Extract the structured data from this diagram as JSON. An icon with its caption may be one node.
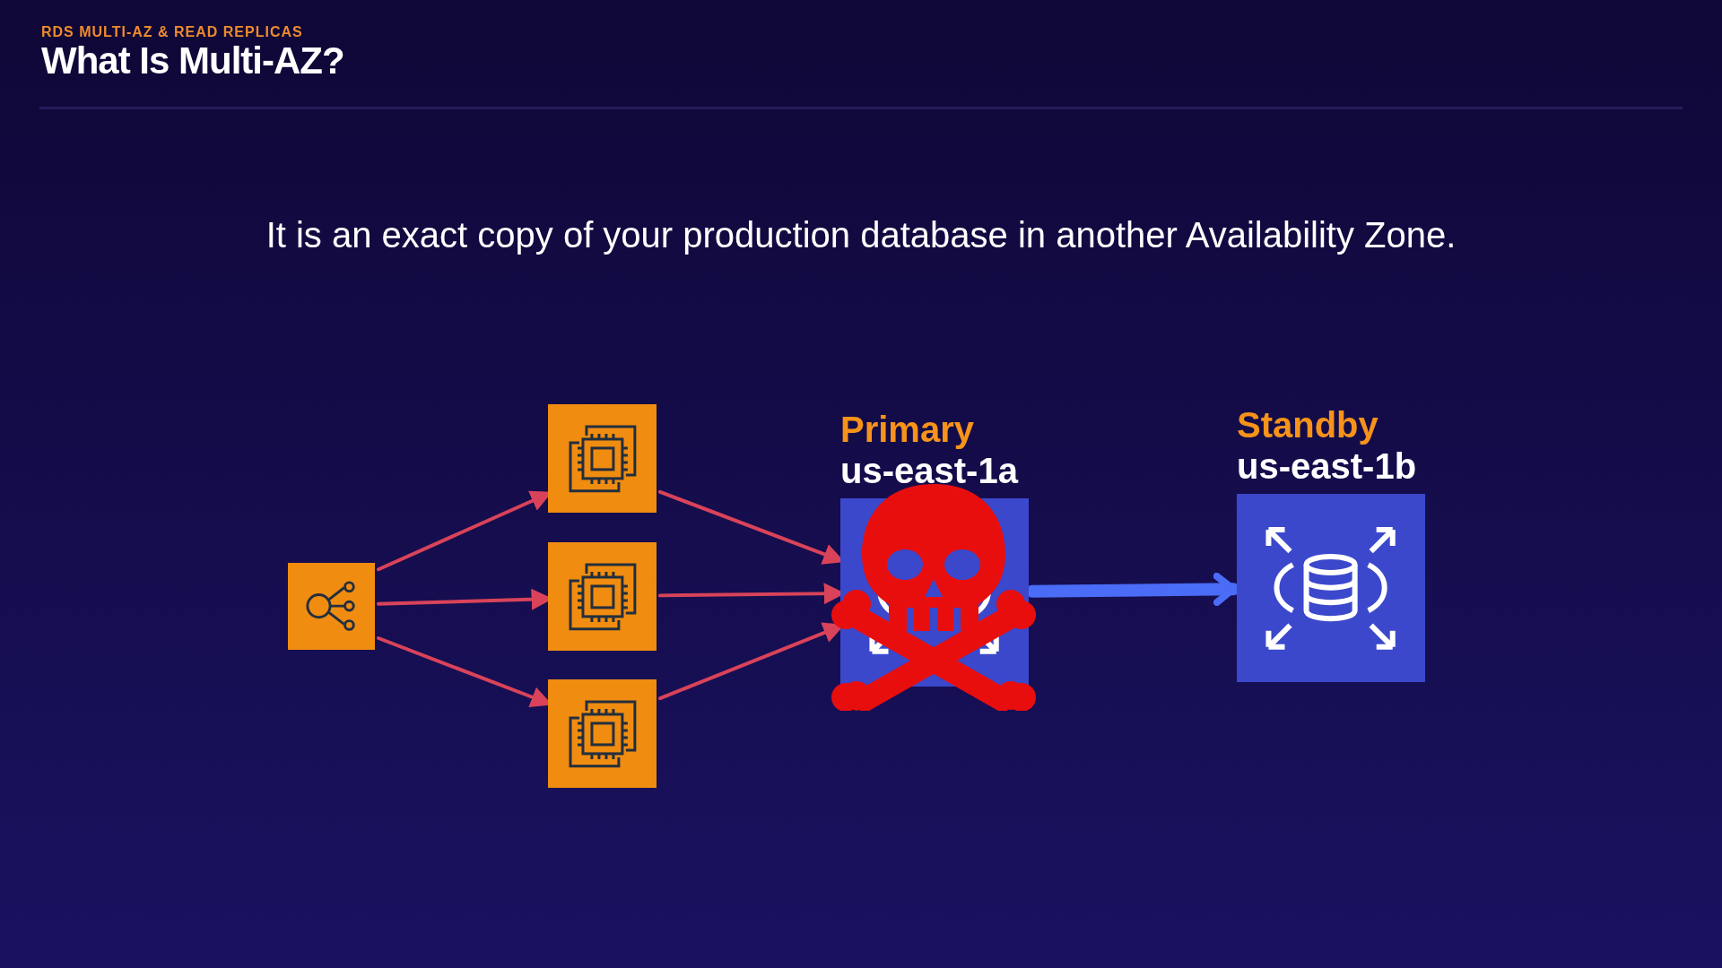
{
  "diagram": {
    "title": "What Is Multi-AZ?",
    "nodes": [
      {
        "text": [],
        "shape": "box"
      },
      {
        "text": [],
        "shape": "box"
      },
      {
        "text": [],
        "shape": "box"
      },
      {
        "text": [],
        "shape": "box"
      },
      {
        "text": [
          "Primary",
          "us-east-1a"
        ]
      },
      {
        "text": [
          "Standby",
          "us-east-1b"
        ]
      }
    ],
    "edges": [
      {
        "from": 0,
        "to": 1,
        "arrow": "to"
      },
      {
        "from": 0,
        "to": 2,
        "arrow": "to"
      },
      {
        "from": 0,
        "to": 3,
        "arrow": "to"
      },
      {
        "from": 1,
        "to": 4,
        "arrow": "to"
      },
      {
        "from": 2,
        "to": 4,
        "arrow": "to"
      },
      {
        "from": 3,
        "to": 4,
        "arrow": "to"
      },
      {
        "from": 4,
        "to": 5,
        "arrow": "to",
        "style": "thick",
        "color": "#4a6cf7"
      }
    ],
    "labels": [
      "RDS MULTI-AZ & READ REPLICAS",
      "It is an exact copy of your production database in another Availability Zone."
    ]
  }
}
